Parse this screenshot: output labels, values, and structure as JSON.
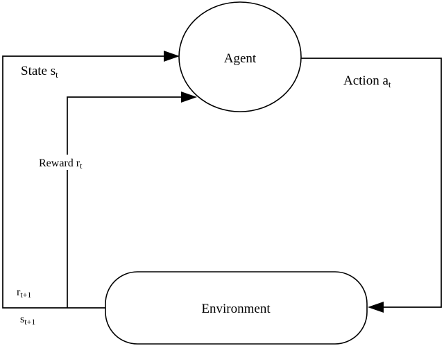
{
  "diagram": {
    "type": "flow-loop",
    "description": "Reinforcement learning agent-environment interaction loop",
    "nodes": {
      "agent": {
        "label": "Agent",
        "shape": "circle"
      },
      "environment": {
        "label": "Environment",
        "shape": "rounded-rect"
      }
    },
    "labels": {
      "state": {
        "main": "State s",
        "sub": "t"
      },
      "action": {
        "main": "Action a",
        "sub": "t"
      },
      "reward": {
        "main": "Reward r",
        "sub": "t"
      },
      "reward_next": {
        "main": "r",
        "sub": "t+1"
      },
      "state_next": {
        "main": "s",
        "sub": "t+1"
      }
    },
    "edges": [
      {
        "from": "environment",
        "to": "agent",
        "label": "State s_t"
      },
      {
        "from": "environment",
        "to": "agent",
        "label": "Reward r_t"
      },
      {
        "from": "agent",
        "to": "environment",
        "label": "Action a_t"
      }
    ],
    "colors": {
      "line": "#000000",
      "background": "#ffffff",
      "text": "#000000"
    }
  }
}
